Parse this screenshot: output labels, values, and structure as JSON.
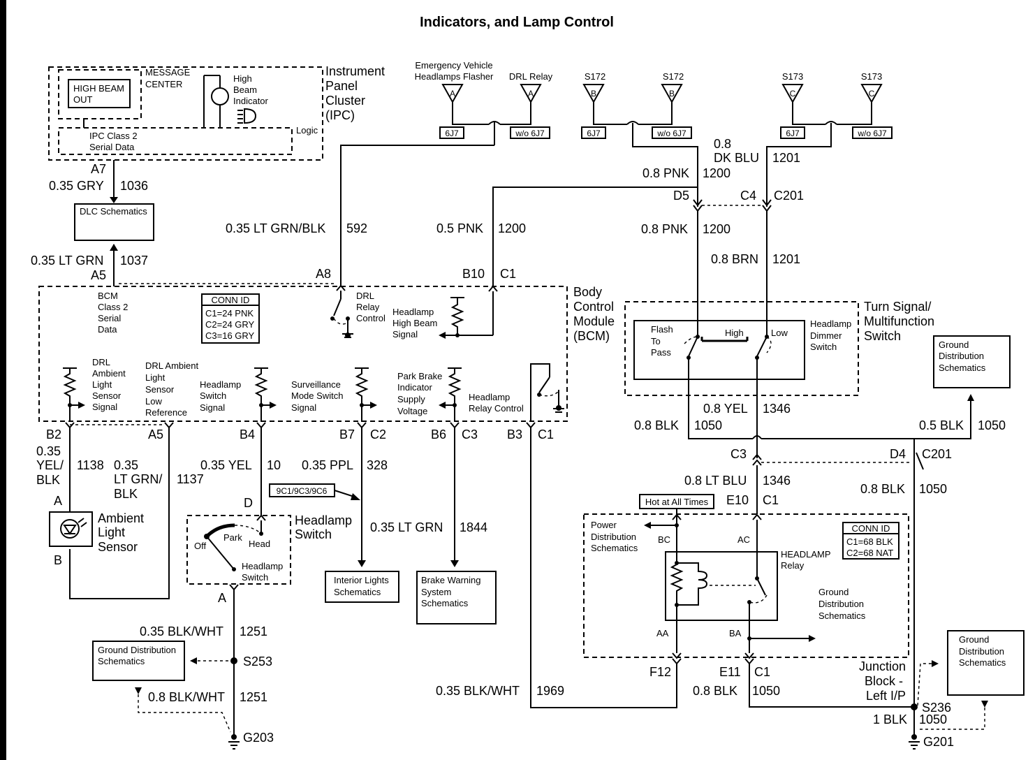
{
  "title": "Indicators, and Lamp Control",
  "modules": {
    "ipc": {
      "name": [
        "Instrument",
        "Panel",
        "Cluster",
        "(IPC)"
      ],
      "message_center": [
        "MESSAGE",
        "CENTER"
      ],
      "high_beam_out": [
        "HIGH BEAM",
        "OUT"
      ],
      "high_beam_indicator": [
        "High",
        "Beam",
        "Indicator"
      ],
      "serial_data": [
        "IPC Class 2",
        "Serial Data"
      ],
      "logic": "Logic"
    },
    "bcm": {
      "name": [
        "Body",
        "Control",
        "Module",
        "(BCM)"
      ],
      "class2": [
        "BCM",
        "Class 2",
        "Serial",
        "Data"
      ],
      "conn_id_title": "CONN ID",
      "conn_id": [
        "C1=24 PNK",
        "C2=24 GRY",
        "C3=16 GRY"
      ],
      "drl_relay_control": [
        "DRL",
        "Relay",
        "Control"
      ],
      "headlamp_high_beam_signal": [
        "Headlamp",
        "High Beam",
        "Signal"
      ],
      "drl_ambient_signal": [
        "DRL",
        "Ambient",
        "Light",
        "Sensor",
        "Signal"
      ],
      "drl_ambient_low_ref": [
        "DRL Ambient",
        "Light",
        "Sensor",
        "Low",
        "Reference"
      ],
      "headlamp_switch_signal": [
        "Headlamp",
        "Switch",
        "Signal"
      ],
      "surveillance": [
        "Surveillance",
        "Mode Switch",
        "Signal"
      ],
      "park_brake": [
        "Park Brake",
        "Indicator",
        "Supply",
        "Voltage"
      ],
      "headlamp_relay_control": [
        "Headlamp",
        "Relay Control"
      ]
    },
    "turn_signal": {
      "name": [
        "Turn Signal/",
        "Multifunction",
        "Switch"
      ],
      "flash_to_pass": [
        "Flash",
        "To",
        "Pass"
      ],
      "high": "High",
      "low": "Low",
      "dimmer": [
        "Headlamp",
        "Dimmer",
        "Switch"
      ]
    },
    "junction_block": {
      "name": [
        "Junction",
        "Block -",
        "Left I/P"
      ],
      "hot": "Hot at All Times",
      "power_dist": [
        "Power",
        "Distribution",
        "Schematics"
      ],
      "headlamp_relay": [
        "HEADLAMP",
        "Relay"
      ],
      "ground_dist": [
        "Ground",
        "Distribution",
        "Schematics"
      ],
      "conn_id_title": "CONN ID",
      "conn_id": [
        "C1=68 BLK",
        "C2=68 NAT"
      ],
      "bc": "BC",
      "ac": "AC",
      "aa": "AA",
      "ba": "BA"
    },
    "headlamp_switch": {
      "name": [
        "Headlamp",
        "Switch"
      ],
      "off": "Off",
      "park": "Park",
      "head": "Head",
      "label": [
        "Headlamp",
        "Switch"
      ]
    },
    "ambient_sensor": {
      "name": [
        "Ambient",
        "Light",
        "Sensor"
      ]
    }
  },
  "sources": {
    "ev_flasher": [
      "Emergency Vehicle",
      "Headlamps Flasher"
    ],
    "drl_relay": "DRL Relay",
    "s172": "S172",
    "s173": "S173",
    "tri_a": "A",
    "tri_b": "B",
    "tri_c": "C",
    "opt_6j7": "6J7",
    "opt_wo6j7": "w/o 6J7"
  },
  "refs": {
    "dlc": "DLC Schematics",
    "interior": [
      "Interior Lights",
      "Schematics"
    ],
    "brake": [
      "Brake Warning",
      "System",
      "Schematics"
    ],
    "gnd_left": [
      "Ground Distribution",
      "Schematics"
    ],
    "gnd_right_top": [
      "Ground",
      "Distribution",
      "Schematics"
    ],
    "gnd_right_bottom": [
      "Ground",
      "Distribution",
      "Schematics"
    ],
    "option_9c1": "9C1/9C3/9C6"
  },
  "wires": {
    "a7": "A7",
    "w_036_gry": "0.35 GRY",
    "c_1036": "1036",
    "w_035_ltgrn": "0.35 LT GRN",
    "c_1037": "1037",
    "a5_top": "A5",
    "w_035_ltgrnblk": "0.35 LT GRN/BLK",
    "c_592": "592",
    "a8": "A8",
    "w_05_pnk": "0.5 PNK",
    "c_1200a": "1200",
    "b10": "B10",
    "c1a": "C1",
    "w_08a": "0.8",
    "w_dkblu": "DK BLU",
    "c_1201a": "1201",
    "w_08_pnk_a": "0.8 PNK",
    "c_1200b": "1200",
    "d5": "D5",
    "c4": "C4",
    "c201a": "C201",
    "w_08_pnk_b": "0.8 PNK",
    "c_1200c": "1200",
    "w_08_brn": "0.8 BRN",
    "c_1201b": "1201",
    "w_08_yel": "0.8 YEL",
    "c_1346a": "1346",
    "w_08_blk_a": "0.8 BLK",
    "c_1050a": "1050",
    "w_05_blk": "0.5 BLK",
    "c_1050b": "1050",
    "c3_tss": "C3",
    "d4": "D4",
    "c201b": "C201",
    "w_08_ltblu": "0.8 LT BLU",
    "c_1346b": "1346",
    "w_08_blk_b": "0.8 BLK",
    "c_1050c": "1050",
    "e10": "E10",
    "c1b": "C1",
    "b2": "B2",
    "a5_bot": "A5",
    "b4": "B4",
    "b7": "B7",
    "c2": "C2",
    "b6": "B6",
    "c3": "C3",
    "b3": "B3",
    "c1c": "C1",
    "w_035_yelblk": [
      "0.35",
      "YEL/",
      "BLK"
    ],
    "c_1138": "1138",
    "w_035_ltgrnblk2": [
      "0.35",
      "LT GRN/",
      "BLK"
    ],
    "c_1137": "1137",
    "w_035_yel": "0.35 YEL",
    "c_10": "10",
    "w_035_ppl": "0.35 PPL",
    "c_328": "328",
    "w_035_ltgrn2": "0.35 LT GRN",
    "c_1844": "1844",
    "pin_a": "A",
    "pin_b": "B",
    "pin_d": "D",
    "pin_a2": "A",
    "w_035_blkwht_a": "0.35 BLK/WHT",
    "c_1251a": "1251",
    "s253": "S253",
    "w_08_blkwht": "0.8 BLK/WHT",
    "c_1251b": "1251",
    "g203": "G203",
    "w_035_blkwht_b": "0.35 BLK/WHT",
    "c_1969": "1969",
    "f12": "F12",
    "e11": "E11",
    "c1d": "C1",
    "w_08_blk_c": "0.8 BLK",
    "c_1050d": "1050",
    "s236": "S236",
    "w_1_blk": "1 BLK",
    "c_1050e": "1050",
    "g201": "G201"
  }
}
